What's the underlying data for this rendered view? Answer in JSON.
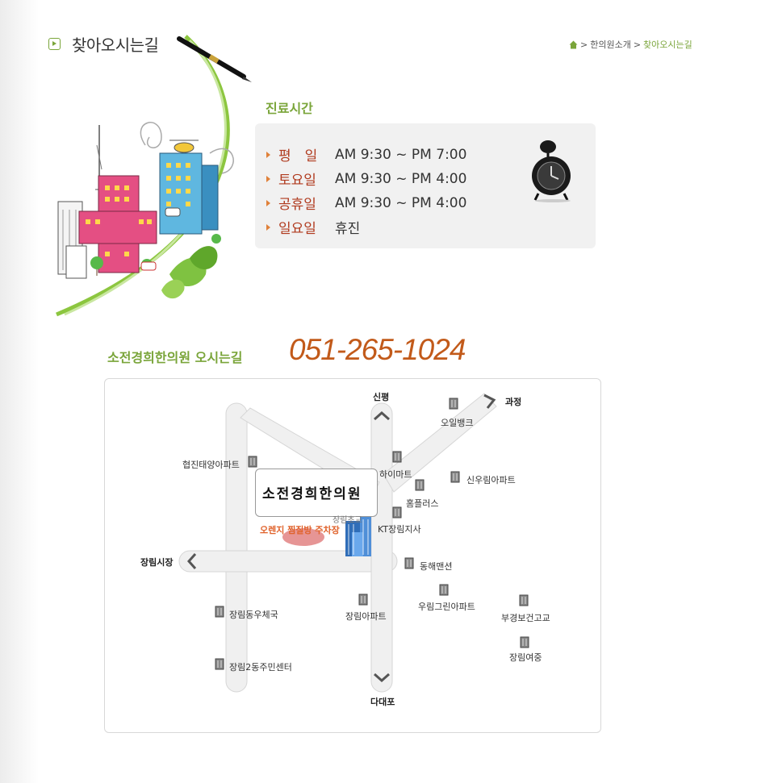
{
  "header": {
    "title": "찾아오시는길",
    "breadcrumb": {
      "home_icon": "home-icon",
      "sep1": ">",
      "item1": "한의원소개",
      "sep2": ">",
      "current": "찾아오시는길"
    }
  },
  "hours": {
    "title": "진료시간",
    "rows": [
      {
        "day": "평　일",
        "time": "AM 9:30 ~ PM 7:00"
      },
      {
        "day": "토요일",
        "time": "AM 9:30 ~ PM 4:00"
      },
      {
        "day": "공휴일",
        "time": "AM 9:30 ~ PM 4:00"
      },
      {
        "day": "일요일",
        "time": "휴진"
      }
    ]
  },
  "location": {
    "title": "소전경희한의원 오시는길",
    "phone": "051-265-1024"
  },
  "map": {
    "clinic_name": "소전경희한의원",
    "parking": "오렌지 찜질방 주차장",
    "school": "장림초교",
    "labels": {
      "sinpyeong": "신평",
      "gwajeong": "과정",
      "oil_bank": "오일뱅크",
      "hyeopjin": "협진태양아파트",
      "himart": "하이마트",
      "sinwoo": "신우림아파트",
      "homeplus": "홈플러스",
      "kt": "KT장림지사",
      "market": "장림시장",
      "donghae": "동해맨션",
      "woorim": "우림그린아파트",
      "post": "장림동우체국",
      "apt": "장림아파트",
      "bugyeong": "부경보건고교",
      "girls": "장림여중",
      "center": "장림2동주민센터",
      "dadaepo": "다대포"
    }
  },
  "colors": {
    "accent_green": "#7aa53a",
    "day_red": "#b03a1e",
    "phone_orange": "#c25a1a",
    "parking_orange": "#e0622b"
  }
}
